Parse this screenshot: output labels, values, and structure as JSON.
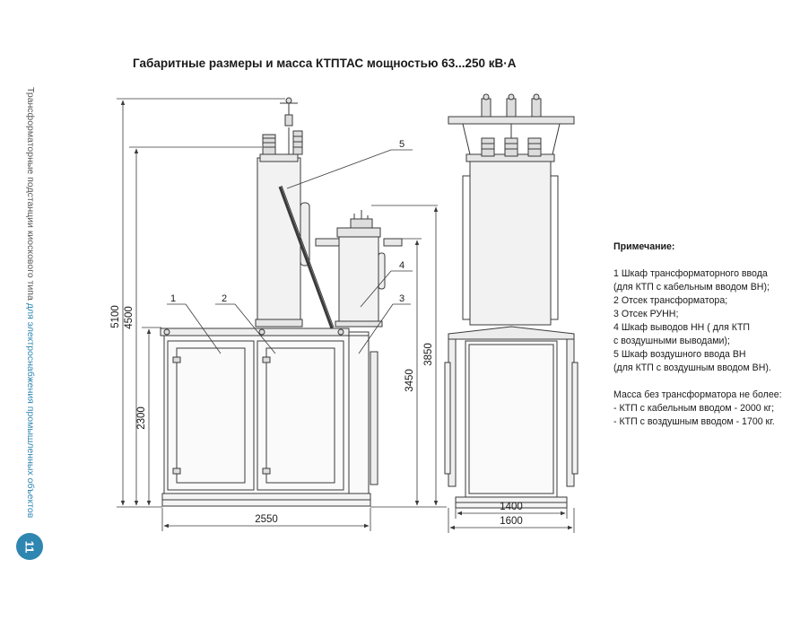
{
  "title": "Габаритные размеры и масса КТПТАС мощностью 63...250 кВ·А",
  "side_caption": {
    "part1": "Трансформаторные подстанции киоскового типа ",
    "part2": "для электроснабжения промышленных объектов"
  },
  "page_number": "11",
  "dimensions": {
    "d5100": "5100",
    "d4500": "4500",
    "d2300": "2300",
    "d3850": "3850",
    "d3450": "3450",
    "d2550": "2550",
    "d1400": "1400",
    "d1600": "1600"
  },
  "callouts": [
    "1",
    "2",
    "3",
    "4",
    "5"
  ],
  "notes": {
    "title": "Примечание:",
    "lines": [
      "1 Шкаф трансформаторного ввода",
      "(для КТП с кабельным вводом ВН);",
      "2 Отсек трансформатора;",
      "3 Отсек РУНН;",
      "4 Шкаф выводов НН ( для КТП",
      "с воздушными выводами);",
      "5 Шкаф воздушного ввода ВН",
      "(для КТП с воздушным вводом ВН)."
    ],
    "mass_title": "Масса без трансформатора не более:",
    "mass_lines": [
      "- КТП с кабельным вводом - 2000 кг;",
      "- КТП с воздушным вводом - 1700 кг."
    ]
  },
  "colors": {
    "accent": "#2f86b0",
    "line": "#3a3a3a",
    "fill": "#f2f2f2"
  }
}
